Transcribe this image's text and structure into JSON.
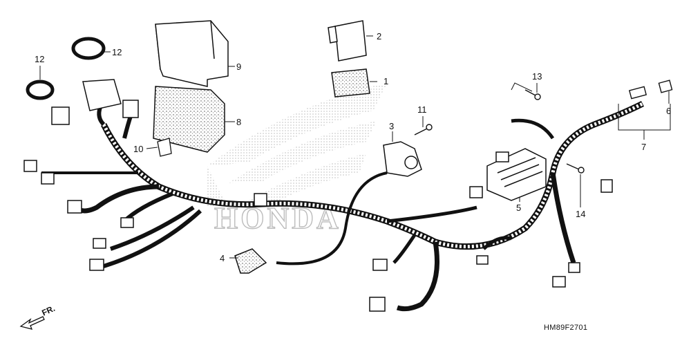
{
  "diagram": {
    "drawing_code": "HM89F2701",
    "direction_label": "FR.",
    "watermark_logo": "HONDA",
    "callouts": [
      "1",
      "2",
      "3",
      "4",
      "5",
      "6",
      "7",
      "8",
      "9",
      "10",
      "11",
      "12",
      "12",
      "13",
      "14"
    ],
    "colors": {
      "line": "#111111",
      "fill": "#ffffff",
      "watermark": "#bcbcbc"
    }
  }
}
